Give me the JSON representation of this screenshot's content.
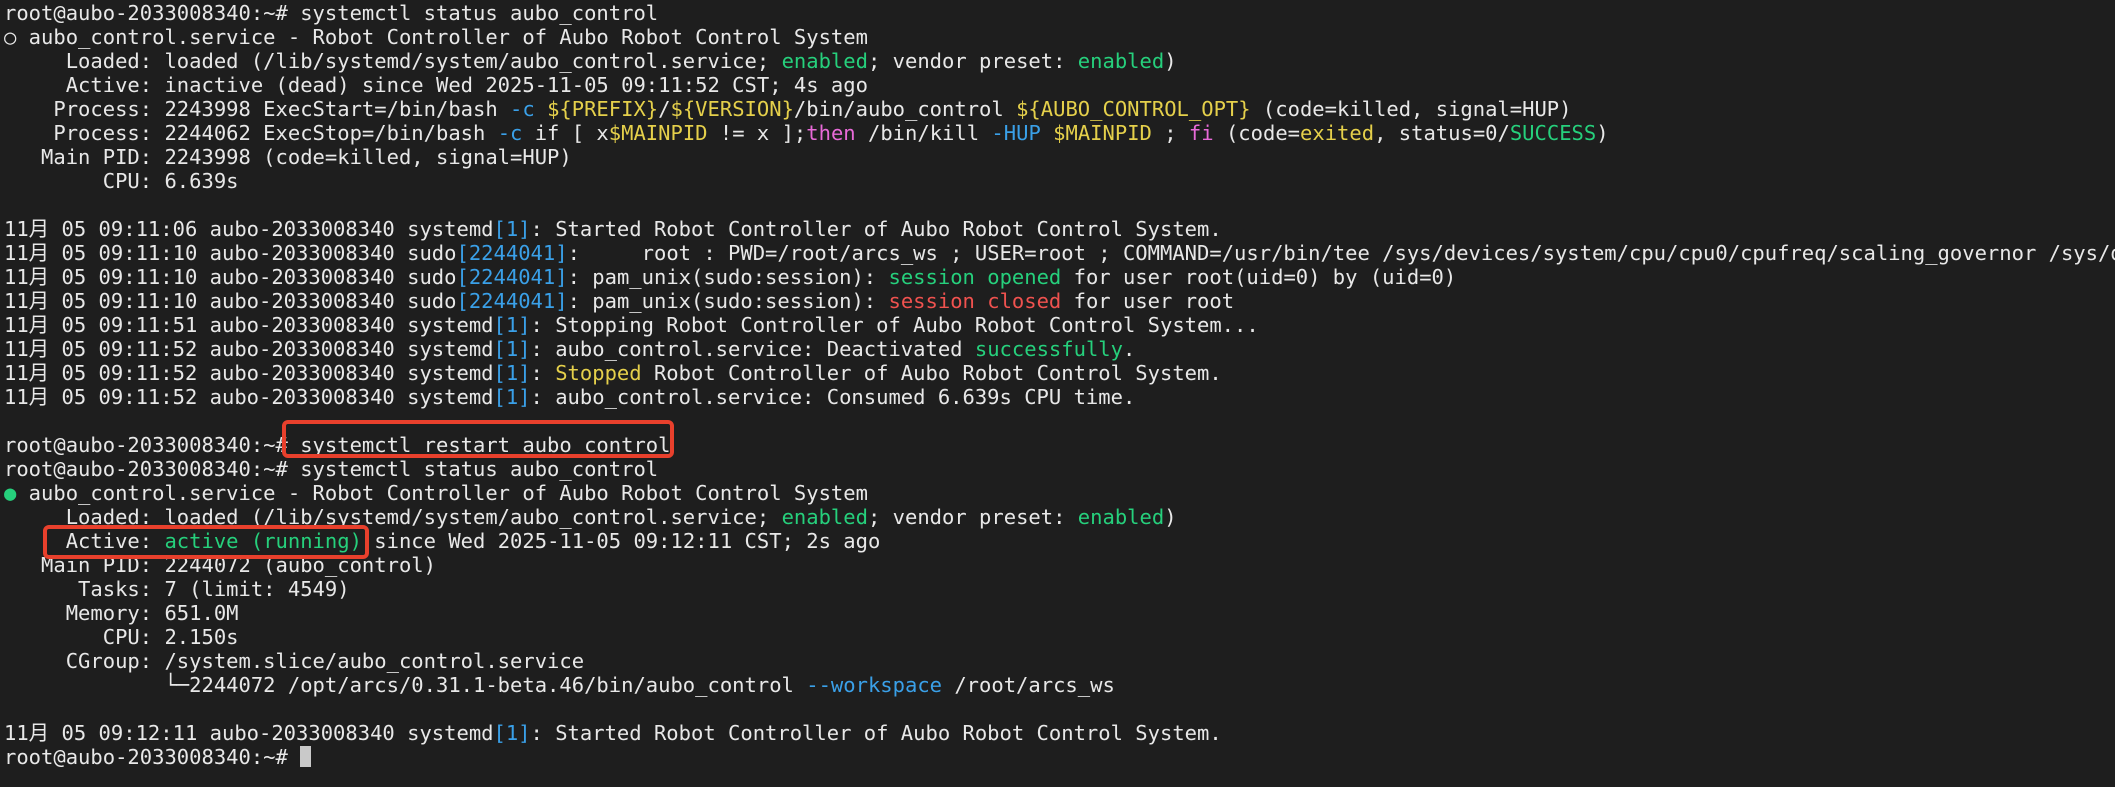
{
  "colors": {
    "background": "#1e1e1e",
    "text": "#e8e8e8",
    "green": "#26d07c",
    "yellow": "#e5d04b",
    "cyan": "#3aa0e8",
    "red": "#f0524f",
    "magenta": "#e86ad8",
    "annotation_box": "#e8402c"
  },
  "terminal": {
    "lines": [
      {
        "kind": "prompt",
        "segments": [
          {
            "text": "root@aubo-2033008340:~# systemctl status aubo_control",
            "color": "white"
          }
        ]
      },
      {
        "kind": "status-header",
        "segments": [
          {
            "text": "○ aubo_control.service - Robot Controller of Aubo Robot Control System",
            "color": "white"
          }
        ]
      },
      {
        "kind": "status",
        "segments": [
          {
            "text": "     Loaded: loaded (/lib/systemd/system/aubo_control.service; ",
            "color": "white"
          },
          {
            "text": "enabled",
            "color": "green"
          },
          {
            "text": "; vendor preset: ",
            "color": "white"
          },
          {
            "text": "enabled",
            "color": "green"
          },
          {
            "text": ")",
            "color": "white"
          }
        ]
      },
      {
        "kind": "status",
        "segments": [
          {
            "text": "     Active: inactive (dead) since Wed 2025-11-05 09:11:52 CST; 4s ago",
            "color": "white"
          }
        ]
      },
      {
        "kind": "status",
        "segments": [
          {
            "text": "    Process: 2243998 ExecStart=/bin/bash ",
            "color": "white"
          },
          {
            "text": "-c",
            "color": "cyan"
          },
          {
            "text": " ",
            "color": "white"
          },
          {
            "text": "${PREFIX}",
            "color": "yellow"
          },
          {
            "text": "/",
            "color": "white"
          },
          {
            "text": "${VERSION}",
            "color": "yellow"
          },
          {
            "text": "/bin/aubo_control ",
            "color": "white"
          },
          {
            "text": "${AUBO_CONTROL_OPT}",
            "color": "yellow"
          },
          {
            "text": " (code=killed, signal=HUP)",
            "color": "white"
          }
        ]
      },
      {
        "kind": "status",
        "segments": [
          {
            "text": "    Process: 2244062 ExecStop=/bin/bash ",
            "color": "white"
          },
          {
            "text": "-c",
            "color": "cyan"
          },
          {
            "text": " if [ x",
            "color": "white"
          },
          {
            "text": "$MAINPID",
            "color": "yellow"
          },
          {
            "text": " != x ];",
            "color": "white"
          },
          {
            "text": "then",
            "color": "magenta"
          },
          {
            "text": " /bin/kill ",
            "color": "white"
          },
          {
            "text": "-HUP",
            "color": "cyan"
          },
          {
            "text": " ",
            "color": "white"
          },
          {
            "text": "$MAINPID",
            "color": "yellow"
          },
          {
            "text": " ; ",
            "color": "white"
          },
          {
            "text": "fi",
            "color": "magenta"
          },
          {
            "text": " (code=",
            "color": "white"
          },
          {
            "text": "exited",
            "color": "yellow"
          },
          {
            "text": ", status=0/",
            "color": "white"
          },
          {
            "text": "SUCCESS",
            "color": "green"
          },
          {
            "text": ")",
            "color": "white"
          }
        ]
      },
      {
        "kind": "status",
        "segments": [
          {
            "text": "   Main PID: 2243998 (code=killed, signal=HUP)",
            "color": "white"
          }
        ]
      },
      {
        "kind": "status",
        "segments": [
          {
            "text": "        CPU: 6.639s",
            "color": "white"
          }
        ]
      },
      {
        "kind": "blank",
        "segments": []
      },
      {
        "kind": "log",
        "segments": [
          {
            "text": "11月 05 09:11:06 aubo-2033008340 systemd",
            "color": "white"
          },
          {
            "text": "[1]",
            "color": "cyan"
          },
          {
            "text": ": Started Robot Controller of Aubo Robot Control System.",
            "color": "white"
          }
        ]
      },
      {
        "kind": "log",
        "segments": [
          {
            "text": "11月 05 09:11:10 aubo-2033008340 sudo",
            "color": "white"
          },
          {
            "text": "[2244041]",
            "color": "cyan"
          },
          {
            "text": ":     root : PWD=/root/arcs_ws ; USER=root ; COMMAND=/usr/bin/tee /sys/devices/system/cpu/cpu0/cpufreq/scaling_governor /sys/dev",
            "color": "white"
          },
          {
            "text": ">",
            "color": "trunc"
          }
        ]
      },
      {
        "kind": "log",
        "segments": [
          {
            "text": "11月 05 09:11:10 aubo-2033008340 sudo",
            "color": "white"
          },
          {
            "text": "[2244041]",
            "color": "cyan"
          },
          {
            "text": ": pam_unix(sudo:session): ",
            "color": "white"
          },
          {
            "text": "session opened",
            "color": "green"
          },
          {
            "text": " for user root(uid=0) by (uid=0)",
            "color": "white"
          }
        ]
      },
      {
        "kind": "log",
        "segments": [
          {
            "text": "11月 05 09:11:10 aubo-2033008340 sudo",
            "color": "white"
          },
          {
            "text": "[2244041]",
            "color": "cyan"
          },
          {
            "text": ": pam_unix(sudo:session): ",
            "color": "white"
          },
          {
            "text": "session closed",
            "color": "red"
          },
          {
            "text": " for user root",
            "color": "white"
          }
        ]
      },
      {
        "kind": "log",
        "segments": [
          {
            "text": "11月 05 09:11:51 aubo-2033008340 systemd",
            "color": "white"
          },
          {
            "text": "[1]",
            "color": "cyan"
          },
          {
            "text": ": Stopping Robot Controller of Aubo Robot Control System...",
            "color": "white"
          }
        ]
      },
      {
        "kind": "log",
        "segments": [
          {
            "text": "11月 05 09:11:52 aubo-2033008340 systemd",
            "color": "white"
          },
          {
            "text": "[1]",
            "color": "cyan"
          },
          {
            "text": ": aubo_control.service: Deactivated ",
            "color": "white"
          },
          {
            "text": "successfully",
            "color": "green"
          },
          {
            "text": ".",
            "color": "white"
          }
        ]
      },
      {
        "kind": "log",
        "segments": [
          {
            "text": "11月 05 09:11:52 aubo-2033008340 systemd",
            "color": "white"
          },
          {
            "text": "[1]",
            "color": "cyan"
          },
          {
            "text": ": ",
            "color": "white"
          },
          {
            "text": "Stopped",
            "color": "yellow"
          },
          {
            "text": " Robot Controller of Aubo Robot Control System.",
            "color": "white"
          }
        ]
      },
      {
        "kind": "log",
        "segments": [
          {
            "text": "11月 05 09:11:52 aubo-2033008340 systemd",
            "color": "white"
          },
          {
            "text": "[1]",
            "color": "cyan"
          },
          {
            "text": ": aubo_control.service: Consumed 6.639s CPU time.",
            "color": "white"
          }
        ]
      },
      {
        "kind": "blank",
        "segments": []
      },
      {
        "kind": "prompt",
        "segments": [
          {
            "text": "root@aubo-2033008340:~# systemctl restart aubo_control",
            "color": "white"
          }
        ]
      },
      {
        "kind": "prompt",
        "segments": [
          {
            "text": "root@aubo-2033008340:~# systemctl status aubo_control",
            "color": "white"
          }
        ]
      },
      {
        "kind": "status-header",
        "segments": [
          {
            "text": "●",
            "color": "green"
          },
          {
            "text": " aubo_control.service - Robot Controller of Aubo Robot Control System",
            "color": "white"
          }
        ]
      },
      {
        "kind": "status",
        "segments": [
          {
            "text": "     Loaded: loaded (/lib/systemd/system/aubo_control.service; ",
            "color": "white"
          },
          {
            "text": "enabled",
            "color": "green"
          },
          {
            "text": "; vendor preset: ",
            "color": "white"
          },
          {
            "text": "enabled",
            "color": "green"
          },
          {
            "text": ")",
            "color": "white"
          }
        ]
      },
      {
        "kind": "status",
        "segments": [
          {
            "text": "     Active: ",
            "color": "white"
          },
          {
            "text": "active (running)",
            "color": "green"
          },
          {
            "text": " since Wed 2025-11-05 09:12:11 CST; 2s ago",
            "color": "white"
          }
        ]
      },
      {
        "kind": "status",
        "segments": [
          {
            "text": "   Main PID: 2244072 (aubo_control)",
            "color": "white"
          }
        ]
      },
      {
        "kind": "status",
        "segments": [
          {
            "text": "      Tasks: 7 (limit: 4549)",
            "color": "white"
          }
        ]
      },
      {
        "kind": "status",
        "segments": [
          {
            "text": "     Memory: 651.0M",
            "color": "white"
          }
        ]
      },
      {
        "kind": "status",
        "segments": [
          {
            "text": "        CPU: 2.150s",
            "color": "white"
          }
        ]
      },
      {
        "kind": "status",
        "segments": [
          {
            "text": "     CGroup: /system.slice/aubo_control.service",
            "color": "white"
          }
        ]
      },
      {
        "kind": "status",
        "segments": [
          {
            "text": "             └─2244072 /opt/arcs/0.31.1-beta.46/bin/aubo_control ",
            "color": "white"
          },
          {
            "text": "--workspace",
            "color": "cyan"
          },
          {
            "text": " /root/arcs_ws",
            "color": "white"
          }
        ]
      },
      {
        "kind": "blank",
        "segments": []
      },
      {
        "kind": "log",
        "segments": [
          {
            "text": "11月 05 09:12:11 aubo-2033008340 systemd",
            "color": "white"
          },
          {
            "text": "[1]",
            "color": "cyan"
          },
          {
            "text": ": Started Robot Controller of Aubo Robot Control System.",
            "color": "white"
          }
        ]
      },
      {
        "kind": "prompt-active",
        "segments": [
          {
            "text": "root@aubo-2033008340:~# ",
            "color": "white"
          }
        ],
        "cursor": true
      }
    ]
  }
}
